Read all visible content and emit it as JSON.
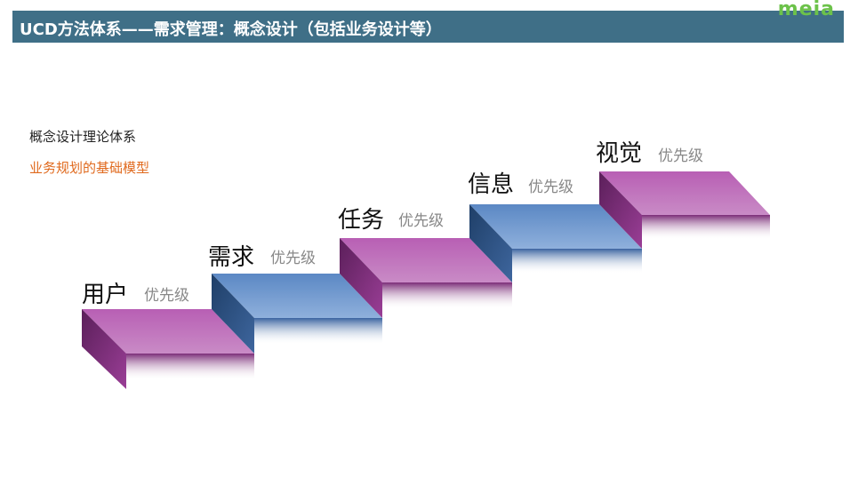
{
  "header": {
    "title": "UCD方法体系——需求管理：概念设计（包括业务设计等）",
    "logo_text": "meia"
  },
  "content": {
    "concept_label": "概念设计理论体系",
    "subtitle": "业务规划的基础模型"
  },
  "steps": [
    {
      "name": "用户",
      "priority": "优先级",
      "color": "purple"
    },
    {
      "name": "需求",
      "priority": "优先级",
      "color": "blue"
    },
    {
      "name": "任务",
      "priority": "优先级",
      "color": "purple"
    },
    {
      "name": "信息",
      "priority": "优先级",
      "color": "blue"
    },
    {
      "name": "视觉",
      "priority": "优先级",
      "color": "purple"
    }
  ],
  "colors": {
    "title_bar": "#3f6f87",
    "purple": "#a44ba1",
    "blue": "#4e79b5",
    "subtitle": "#e06a1e",
    "logo": "#6cc24a"
  }
}
